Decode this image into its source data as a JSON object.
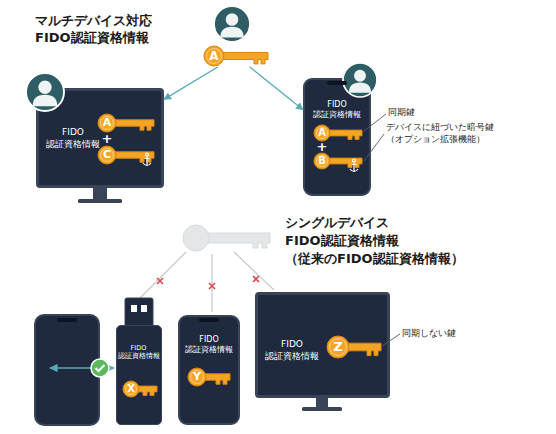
{
  "diagram": {
    "nodes": [
      {
        "text": [
          "A"
        ]
      },
      {
        "text": [
          "FIDO 認証資格情報"
        ]
      },
      {
        "text": [
          "A"
        ],
        "in": 1
      },
      {
        "text": [
          "C"
        ],
        "in": 1
      },
      {
        "text": [
          "FIDO 認証資格情報"
        ]
      },
      {
        "text": [
          "A"
        ],
        "in": 4
      },
      {
        "text": [
          "B"
        ],
        "in": 4
      },
      {
        "text": [
          "FIDO 認証資格情報"
        ]
      },
      {
        "text": [
          "X"
        ],
        "in": 7
      },
      {
        "text": [
          "FIDO 認証資格情報"
        ]
      },
      {
        "text": [
          "Y"
        ],
        "in": 9
      },
      {
        "text": [
          "FIDO 認証資格情報"
        ]
      },
      {
        "text": [
          "Z"
        ],
        "in": 11
      }
    ],
    "edges": [
      {
        "from": 0,
        "to": 1,
        "arrow": "to"
      },
      {
        "from": 0,
        "to": 4,
        "arrow": "to"
      }
    ],
    "labels": [
      "マルチデバイス対応 FIDO認証資格情報",
      "+",
      "+",
      "同期鍵",
      "デバイスに紐づいた暗号鍵 （オプション拡張機能）",
      "シングルデバイス FIDO認証資格情報 （従来のFIDO認証資格情報）",
      "同期しない鍵"
    ]
  }
}
